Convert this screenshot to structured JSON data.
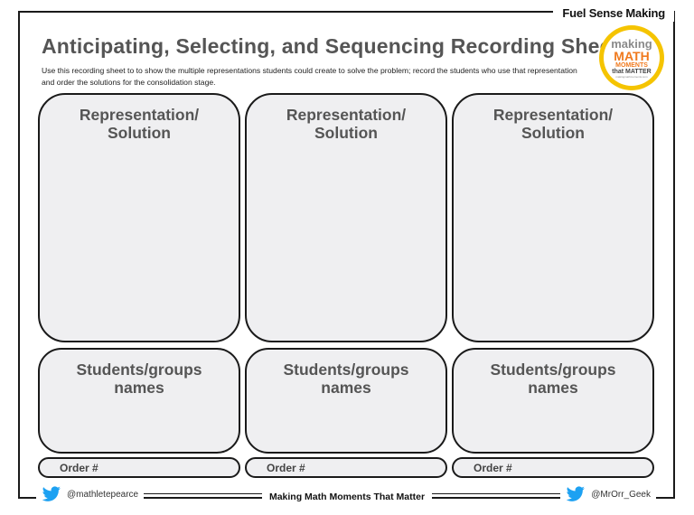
{
  "header": {
    "tag": "Fuel Sense Making",
    "title": "Anticipating, Selecting, and Sequencing Recording Sheet",
    "instructions": "Use this recording sheet to to show the multiple representations students could create to solve the problem; record the students who use that representation and order the solutions for the consolidation stage."
  },
  "logo": {
    "line1": "making",
    "line2": "MATH",
    "line3": "MOMENTS",
    "line4": "that MATTER",
    "line5": "makingmathmoments.com",
    "colors": {
      "ring": "#f5c400",
      "accent": "#f07a1e",
      "gray": "#8a8a8a"
    }
  },
  "columns": [
    {
      "representation_label": "Representation/\nSolution",
      "students_label": "Students/groups\nnames",
      "order_label": "Order #"
    },
    {
      "representation_label": "Representation/\nSolution",
      "students_label": "Students/groups\nnames",
      "order_label": "Order #"
    },
    {
      "representation_label": "Representation/\nSolution",
      "students_label": "Students/groups\nnames",
      "order_label": "Order #"
    }
  ],
  "footer": {
    "left_handle": "@mathletepearce",
    "center": "Making Math Moments That Matter",
    "right_handle": "@MrOrr_Geek",
    "icon": "twitter-bird-icon",
    "icon_color": "#1da1f2"
  }
}
